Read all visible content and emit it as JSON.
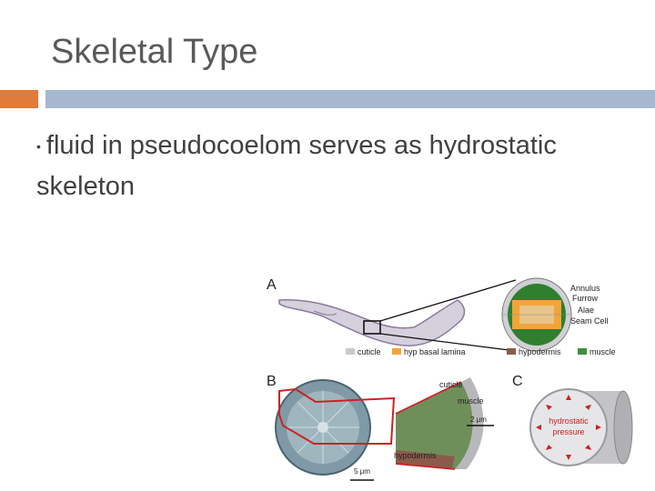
{
  "slide": {
    "title": "Skeletal Type",
    "bullet_text": "fluid in pseudocoelom serves as hydrostatic skeleton",
    "bullet_char": "•"
  },
  "colors": {
    "title": "#595959",
    "accent_orange": "#e07b39",
    "accent_blue": "#a5b8cf",
    "text": "#404040",
    "cuticle": "#c9c9cf",
    "basal_lamina": "#f2a43a",
    "hypodermis": "#8b5a4a",
    "muscle": "#3f8f3f",
    "annotation_red": "#cc2222"
  },
  "figure": {
    "panel_a": "A",
    "panel_b": "B",
    "panel_c": "C",
    "labels": {
      "annulus": "Annulus",
      "furrow": "Furrow",
      "alae": "Alae",
      "seam_cell": "Seam Cell",
      "cuticle_b": "cuticle",
      "muscle_b": "muscle",
      "hypodermis_b": "hypodermis",
      "scale_small": "2 μm",
      "scale_large": "5 μm",
      "pressure_line1": "hydrostatic",
      "pressure_line2": "pressure"
    },
    "legend": {
      "cuticle": "cuticle",
      "basal_lamina": "hyp basal lamina",
      "hypodermis": "hypodermis",
      "muscle": "muscle"
    }
  }
}
